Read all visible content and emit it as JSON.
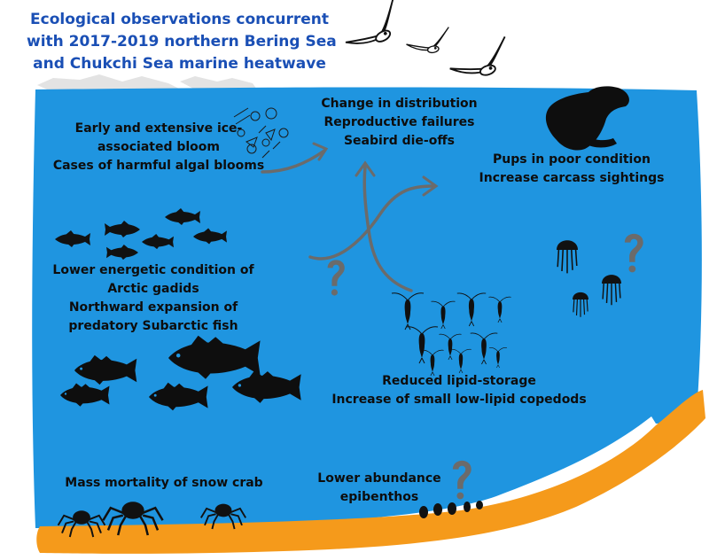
{
  "title": {
    "lines": [
      "Ecological observations concurrent",
      "with 2017-2019 northern Bering Sea",
      "and Chukchi Sea marine heatwave"
    ]
  },
  "seabirds": {
    "lines": [
      "Change in distribution",
      "Reproductive failures",
      "Seabird die-offs"
    ]
  },
  "bloom": {
    "lines": [
      "Early and extensive ice-",
      "associated bloom",
      "Cases of harmful algal blooms"
    ]
  },
  "seals": {
    "lines": [
      "Pups in poor condition",
      "Increase carcass sightings"
    ]
  },
  "gadids": {
    "lines": [
      "Lower energetic condition of",
      "Arctic gadids",
      "Northward expansion of",
      "predatory Subarctic fish"
    ]
  },
  "copepods": {
    "lines": [
      "Reduced lipid-storage",
      "Increase of small low-lipid copedods"
    ]
  },
  "crab": {
    "lines": [
      "Mass mortality of snow crab"
    ]
  },
  "benthos": {
    "lines": [
      "Lower abundance",
      "epibenthos"
    ]
  },
  "unknown_marker": "?",
  "colors": {
    "ocean": "#1f95e0",
    "seafloor": "#f59a1b",
    "title_text": "#1a4fb5",
    "label_text": "#0d0d0d",
    "arrow": "#6b6b6b",
    "question_mark": "#6b6b6b",
    "ice": "#e3e3e3"
  },
  "icons": [
    "seabird-icon",
    "seal-icon",
    "jellyfish-icon",
    "fish-icon",
    "copepod-icon",
    "snow-crab-icon",
    "phytoplankton-icon",
    "bivalve-icon"
  ]
}
